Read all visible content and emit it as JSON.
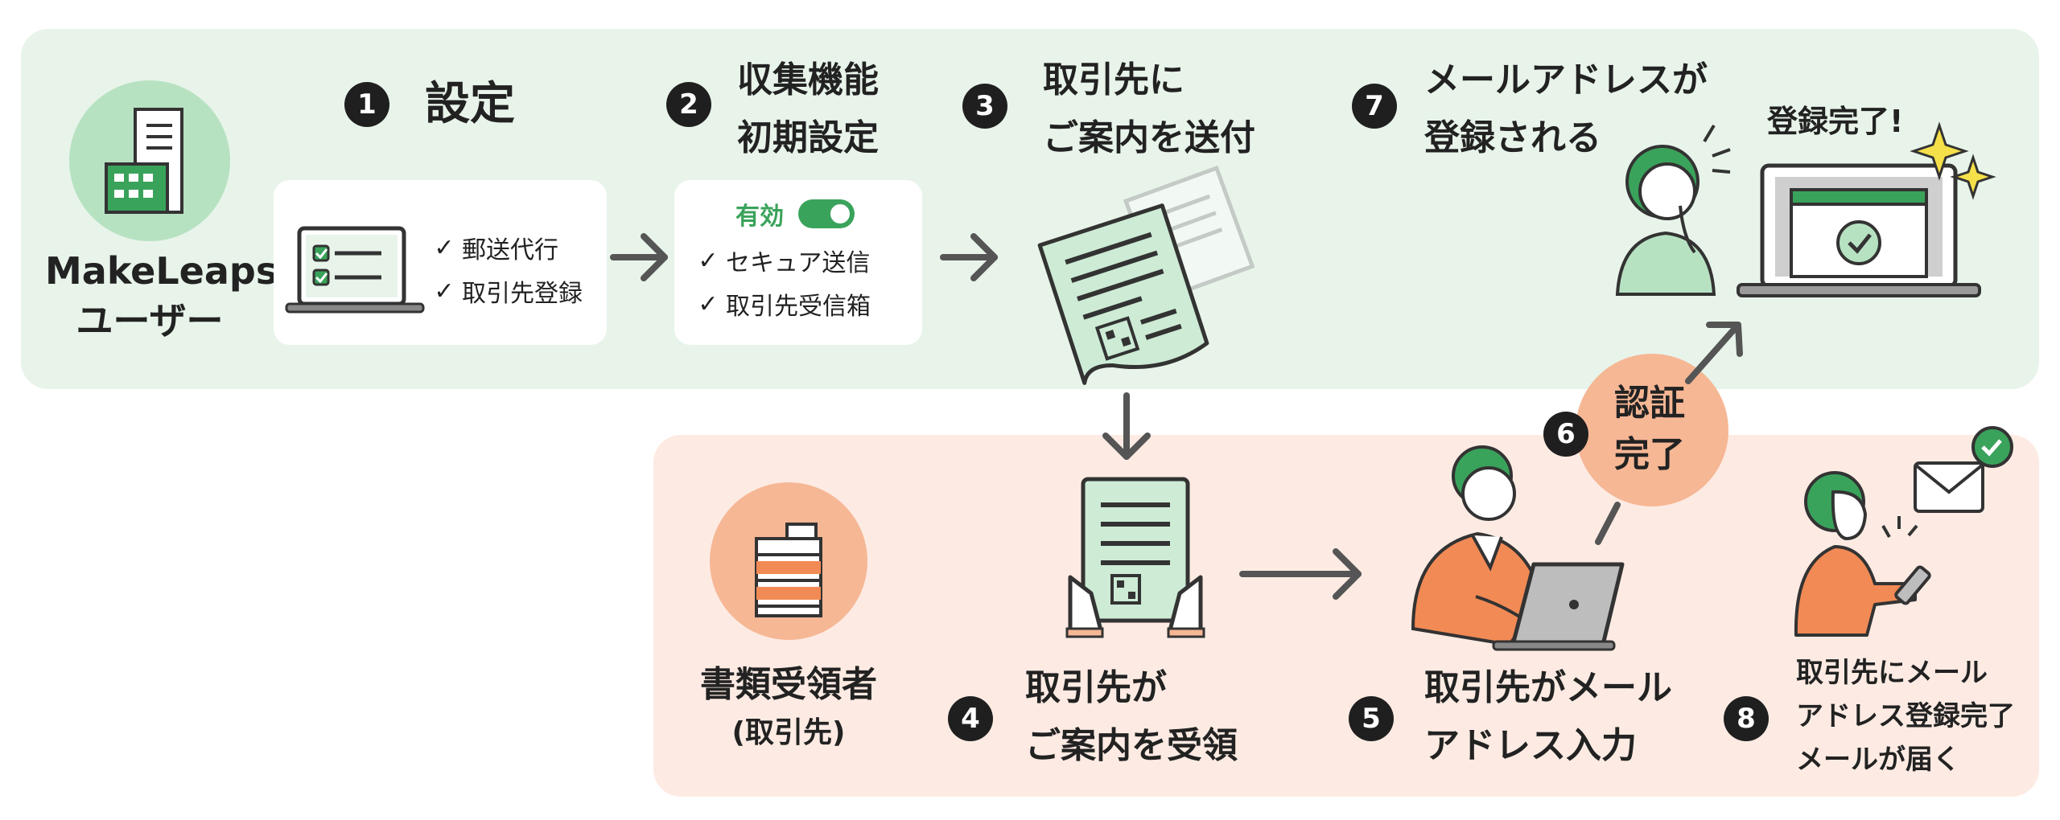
{
  "colors": {
    "top_panel": "#e8f4ea",
    "bottom_panel": "#fdebe3",
    "green_accent": "#3aa35b",
    "orange_accent": "#f6b795",
    "dark": "#1f1f1f"
  },
  "makeleaps_user": {
    "line1": "MakeLeaps",
    "line2": "ユーザー",
    "icon": "building-icon"
  },
  "step1": {
    "number": "1",
    "title": "設定",
    "items": [
      "郵送代行",
      "取引先登録"
    ],
    "icon": "laptop-checklist-icon"
  },
  "step2": {
    "number": "2",
    "title_line1": "収集機能",
    "title_line2": "初期設定",
    "toggle_label": "有効",
    "items": [
      "セキュア送信",
      "取引先受信箱"
    ]
  },
  "step3": {
    "number": "3",
    "title_line1": "取引先に",
    "title_line2": "ご案内を送付",
    "icon": "document-qr-icon"
  },
  "step7": {
    "number": "7",
    "title_line1": "メールアドレスが",
    "title_line2": "登録される",
    "caption": "登録完了!",
    "icon": "registration-complete-icon"
  },
  "recipient": {
    "line1": "書類受領者",
    "line2": "(取引先)",
    "icon": "cabinet-icon"
  },
  "step4": {
    "number": "4",
    "title_line1": "取引先が",
    "title_line2": "ご案内を受領"
  },
  "step5": {
    "number": "5",
    "title_line1": "取引先がメール",
    "title_line2": "アドレス入力"
  },
  "step6": {
    "number": "6",
    "title_line1": "認証",
    "title_line2": "完了"
  },
  "step8": {
    "number": "8",
    "line1": "取引先にメール",
    "line2": "アドレス登録完了",
    "line3": "メールが届く"
  }
}
